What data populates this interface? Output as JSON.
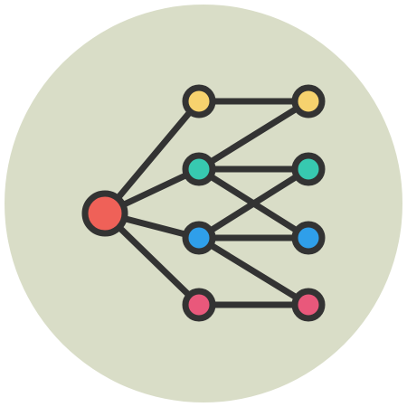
{
  "icon": {
    "name": "network-graph-icon",
    "colors": {
      "page_background": "#ffffff",
      "badge_background": "#d9ddc7",
      "stroke": "#333333",
      "root_node": "#ef6158",
      "yellow_node": "#f6d26e",
      "teal_node": "#37c9b0",
      "blue_node": "#2f9fea",
      "pink_node": "#e9587b"
    },
    "nodes": [
      {
        "id": "root",
        "color_key": "root_node"
      },
      {
        "id": "yellow-left",
        "color_key": "yellow_node"
      },
      {
        "id": "teal-left",
        "color_key": "teal_node"
      },
      {
        "id": "blue-left",
        "color_key": "blue_node"
      },
      {
        "id": "pink-left",
        "color_key": "pink_node"
      },
      {
        "id": "yellow-right",
        "color_key": "yellow_node"
      },
      {
        "id": "teal-right",
        "color_key": "teal_node"
      },
      {
        "id": "blue-right",
        "color_key": "blue_node"
      },
      {
        "id": "pink-right",
        "color_key": "pink_node"
      }
    ],
    "edges": [
      [
        "root",
        "yellow-left"
      ],
      [
        "root",
        "teal-left"
      ],
      [
        "root",
        "blue-left"
      ],
      [
        "root",
        "pink-left"
      ],
      [
        "yellow-left",
        "yellow-right"
      ],
      [
        "teal-left",
        "yellow-right"
      ],
      [
        "teal-left",
        "teal-right"
      ],
      [
        "teal-left",
        "blue-right"
      ],
      [
        "blue-left",
        "teal-right"
      ],
      [
        "blue-left",
        "blue-right"
      ],
      [
        "blue-left",
        "pink-right"
      ],
      [
        "pink-left",
        "pink-right"
      ]
    ]
  }
}
